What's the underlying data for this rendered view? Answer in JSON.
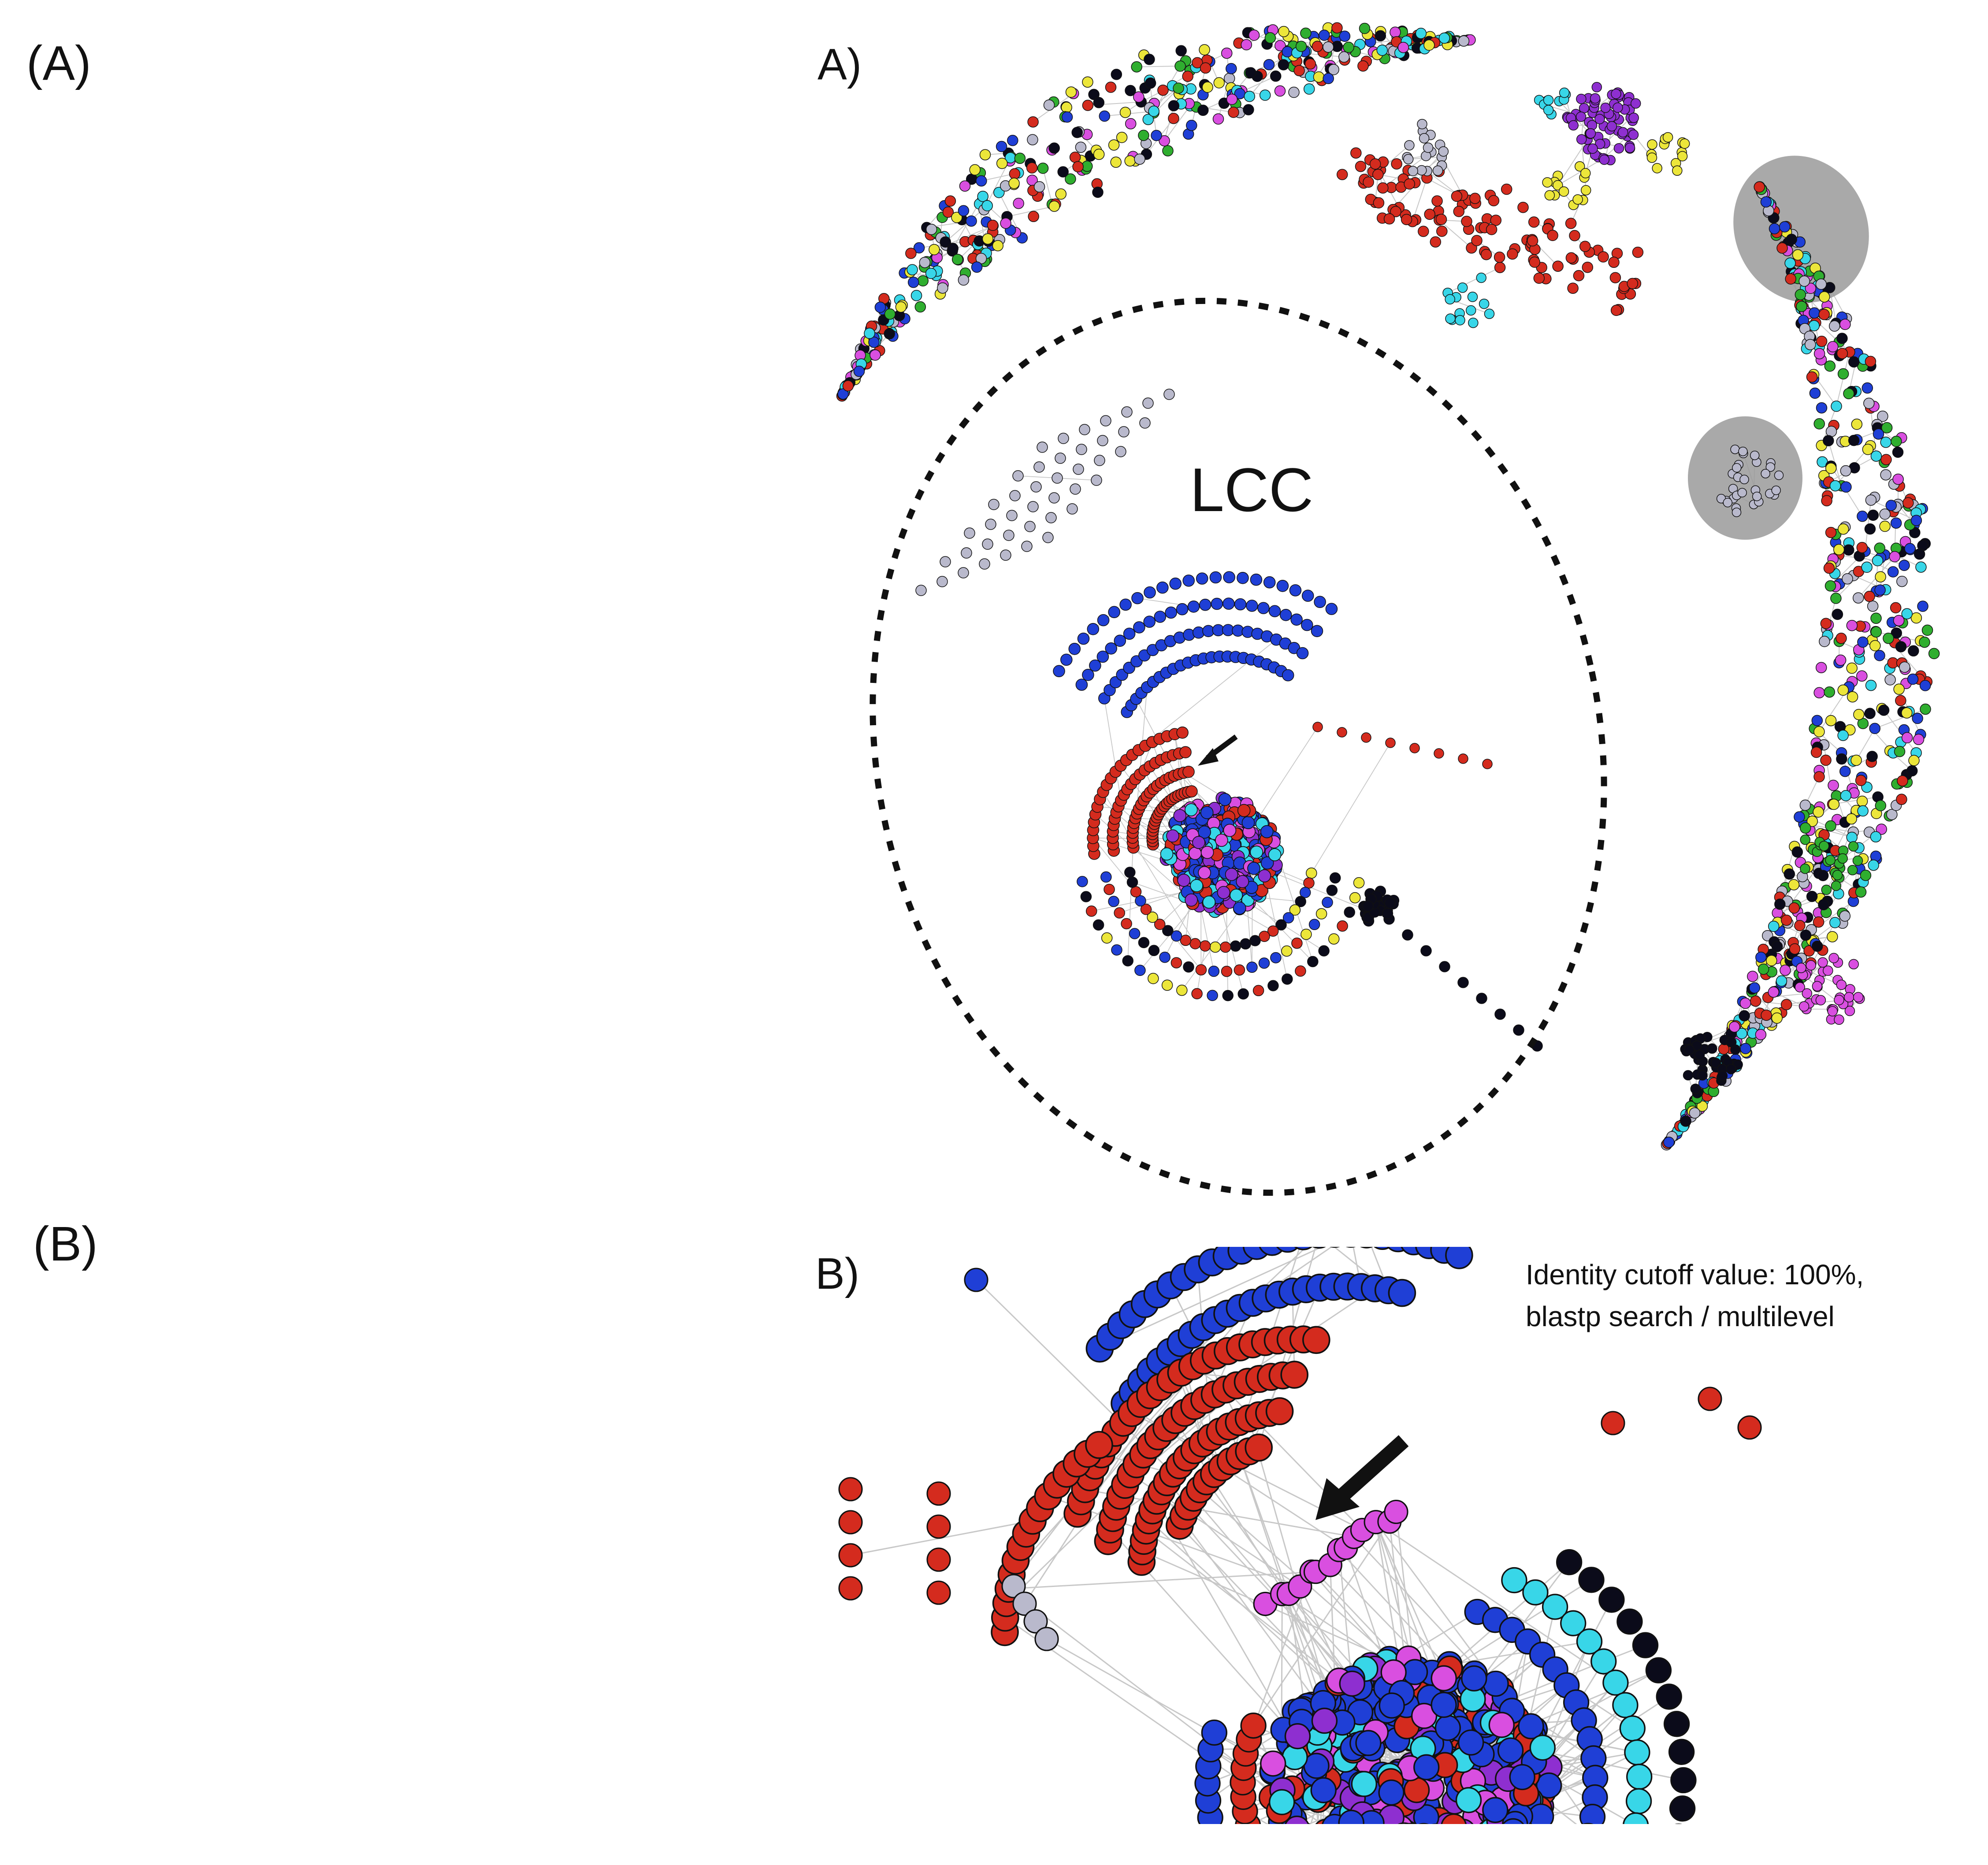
{
  "panels": {
    "a": {
      "outer_label": "(A)",
      "inner_label": "A)",
      "cluster_label": "LCC"
    },
    "b": {
      "outer_label": "(B)",
      "inner_label": "B)",
      "note_line1": "Identity cutoff value: 100%,",
      "note_line2": "blastp search / multilevel"
    }
  },
  "colors": {
    "red": "#d42b1e",
    "blue": "#1f3fd6",
    "magenta": "#d94fe0",
    "purple": "#8e2fd0",
    "cyan": "#38d6e8",
    "yellow": "#ece63a",
    "green": "#2fae2f",
    "grey": "#b9b9cc",
    "black": "#0b0b1a",
    "edge": "#c8c8c8",
    "highlight": "#9a9a9a"
  },
  "legend_note": ""
}
